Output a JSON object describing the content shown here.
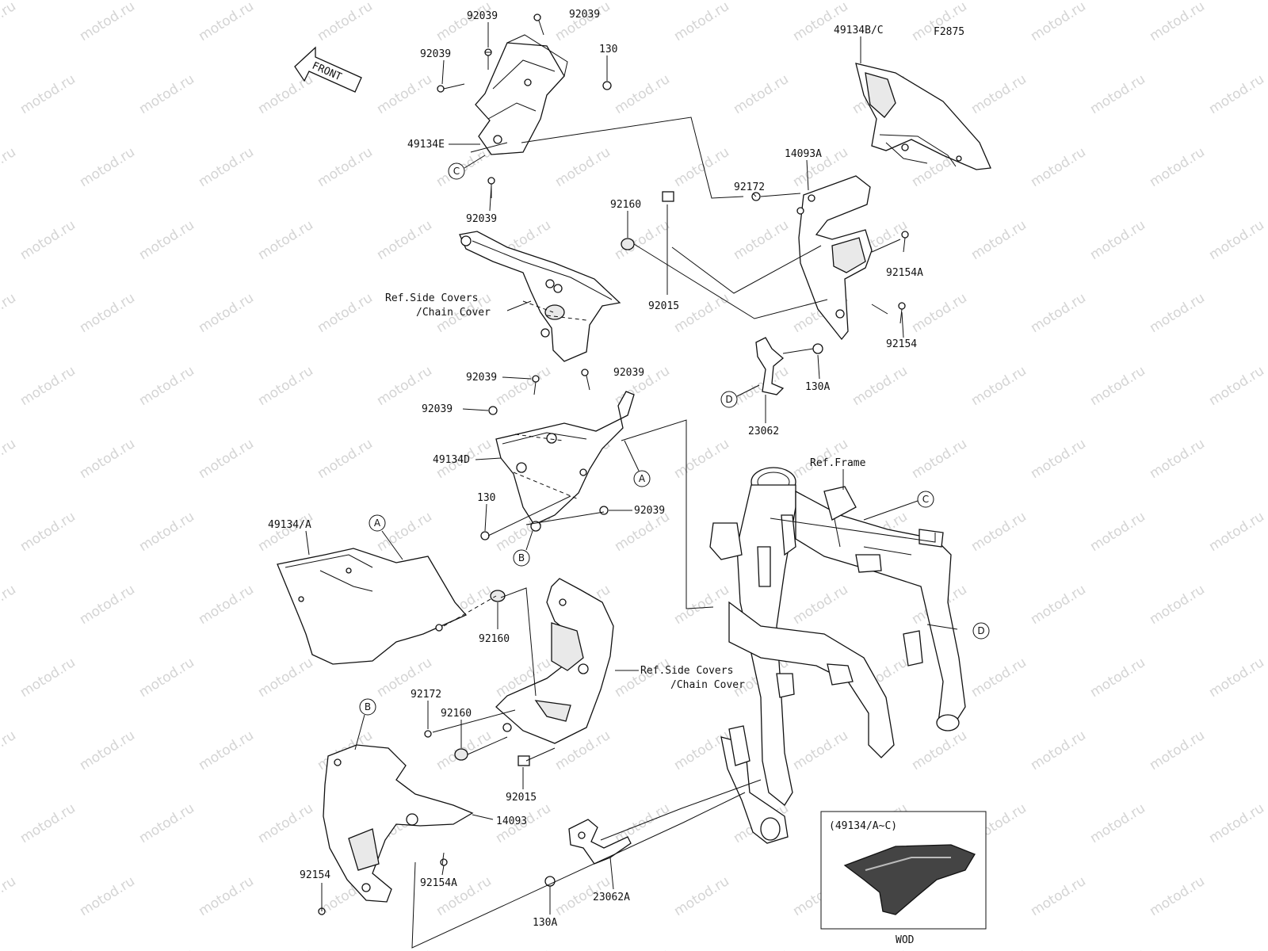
{
  "figure_code": "F2875",
  "front_arrow": {
    "text": "FRONT"
  },
  "watermark_text": "motod.ru",
  "inset": {
    "title": "(49134/A~C)",
    "caption": "WOD"
  },
  "callouts": [
    "A",
    "B",
    "C",
    "D"
  ],
  "labels": {
    "p92039_a": "92039",
    "p92039_b": "92039",
    "p92039_c": "92039",
    "p130_a": "130",
    "p49134e": "49134E",
    "p92039_d": "92039",
    "p49134bc": "49134B/C",
    "p14093a": "14093A",
    "p92172_a": "92172",
    "p92154a_a": "92154A",
    "p92154_a": "92154",
    "p92160_a": "92160",
    "ref_side_a": "Ref.Side Covers",
    "ref_chain_a": "/Chain Cover",
    "p92015_a": "92015",
    "p130a_a": "130A",
    "p23062": "23062",
    "p92039_e": "92039",
    "p92039_f": "92039",
    "p92039_g": "92039",
    "p49134d": "49134D",
    "ref_frame": "Ref.Frame",
    "p130_b": "130",
    "p92039_h": "92039",
    "p49134a": "49134/A",
    "p92160_b": "92160",
    "ref_side_b": "Ref.Side Covers",
    "ref_chain_b": "/Chain Cover",
    "p92172_b": "92172",
    "p92160_c": "92160",
    "p92015_b": "92015",
    "p14093": "14093",
    "p92154_b": "92154",
    "p92154a_b": "92154A",
    "p130a_b": "130A",
    "p23062a": "23062A"
  }
}
